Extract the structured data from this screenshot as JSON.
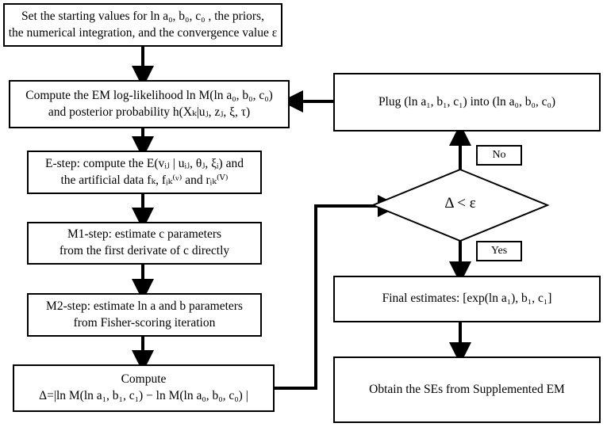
{
  "boxes": {
    "start": {
      "line1": "Set the starting values for ln a₀, b₀, c₀ , the priors,",
      "line2": "the numerical integration, and the convergence value ε"
    },
    "em_loglik": {
      "line1": "Compute the EM log-likelihood ln M(ln a₀, b₀, c₀)",
      "line2": "and posterior probability h(Xₖ|uⱼ, zⱼ, ξ, τ)"
    },
    "e_step": {
      "line1": "E-step: compute the E(vᵢⱼ | uᵢⱼ, θⱼ, ξᵢ) and",
      "line2": "the artificial data fₖ, fᵢₖ⁽ᵛ⁾ and rᵢₖ⁽ⱽ⁾"
    },
    "m1_step": {
      "line1": "M1-step: estimate c parameters",
      "line2": "from the first derivate of c directly"
    },
    "m2_step": {
      "line1": "M2-step: estimate ln a and b parameters",
      "line2": "from Fisher-scoring iteration"
    },
    "compute_delta": {
      "line1": "Compute",
      "line2": "Δ=|ln M(ln a₁, b₁, c₁) − ln M(ln a₀, b₀, c₀) |"
    },
    "plug": {
      "text": "Plug  (ln a₁, b₁, c₁)  into  (ln a₀, b₀, c₀)"
    },
    "final": {
      "text": "Final estimates: [exp(ln a₁), b₁, c₁]"
    },
    "obtain": {
      "text": "Obtain the SEs from Supplemented EM"
    }
  },
  "decision": {
    "text": "Δ < ε"
  },
  "labels": {
    "no": "No",
    "yes": "Yes"
  }
}
